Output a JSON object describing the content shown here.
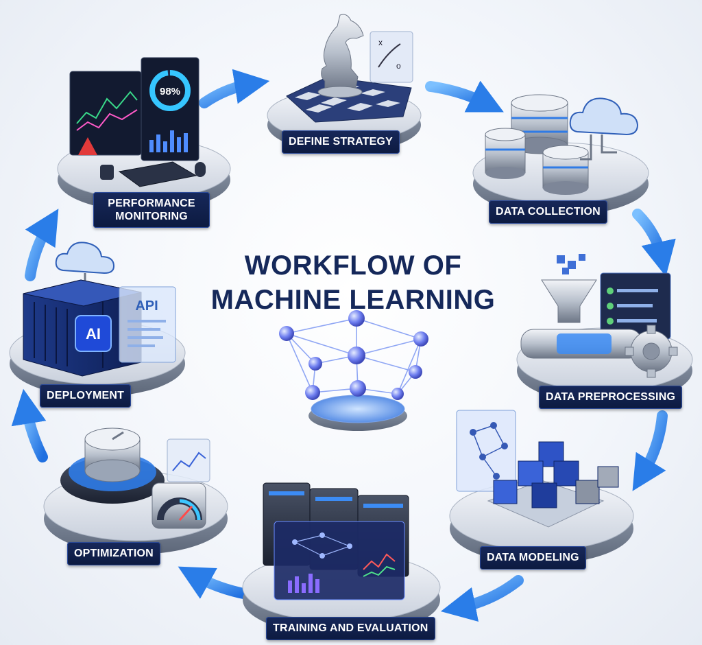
{
  "title": {
    "line1": "WORKFLOW OF",
    "line2": "MACHINE LEARNING"
  },
  "stages": [
    {
      "id": "define-strategy",
      "label": "DEFINE STRATEGY"
    },
    {
      "id": "data-collection",
      "label": "DATA COLLECTION"
    },
    {
      "id": "data-preprocessing",
      "label": "DATA PREPROCESSING"
    },
    {
      "id": "data-modeling",
      "label": "DATA MODELING"
    },
    {
      "id": "training-and-evaluation",
      "label": "TRAINING AND EVALUATION"
    },
    {
      "id": "optimization",
      "label": "OPTIMIZATION"
    },
    {
      "id": "deployment",
      "label": "DEPLOYMENT"
    },
    {
      "id": "performance-monitoring",
      "label_line1": "PERFORMANCE",
      "label_line2": "MONITORING"
    }
  ],
  "monitor": {
    "gauge_value": "98%"
  },
  "deployment": {
    "api_text": "API",
    "ai_text": "AI"
  },
  "colors": {
    "accent": "#2f7be6",
    "navy": "#15285a",
    "arrow": "#3d93f0"
  }
}
